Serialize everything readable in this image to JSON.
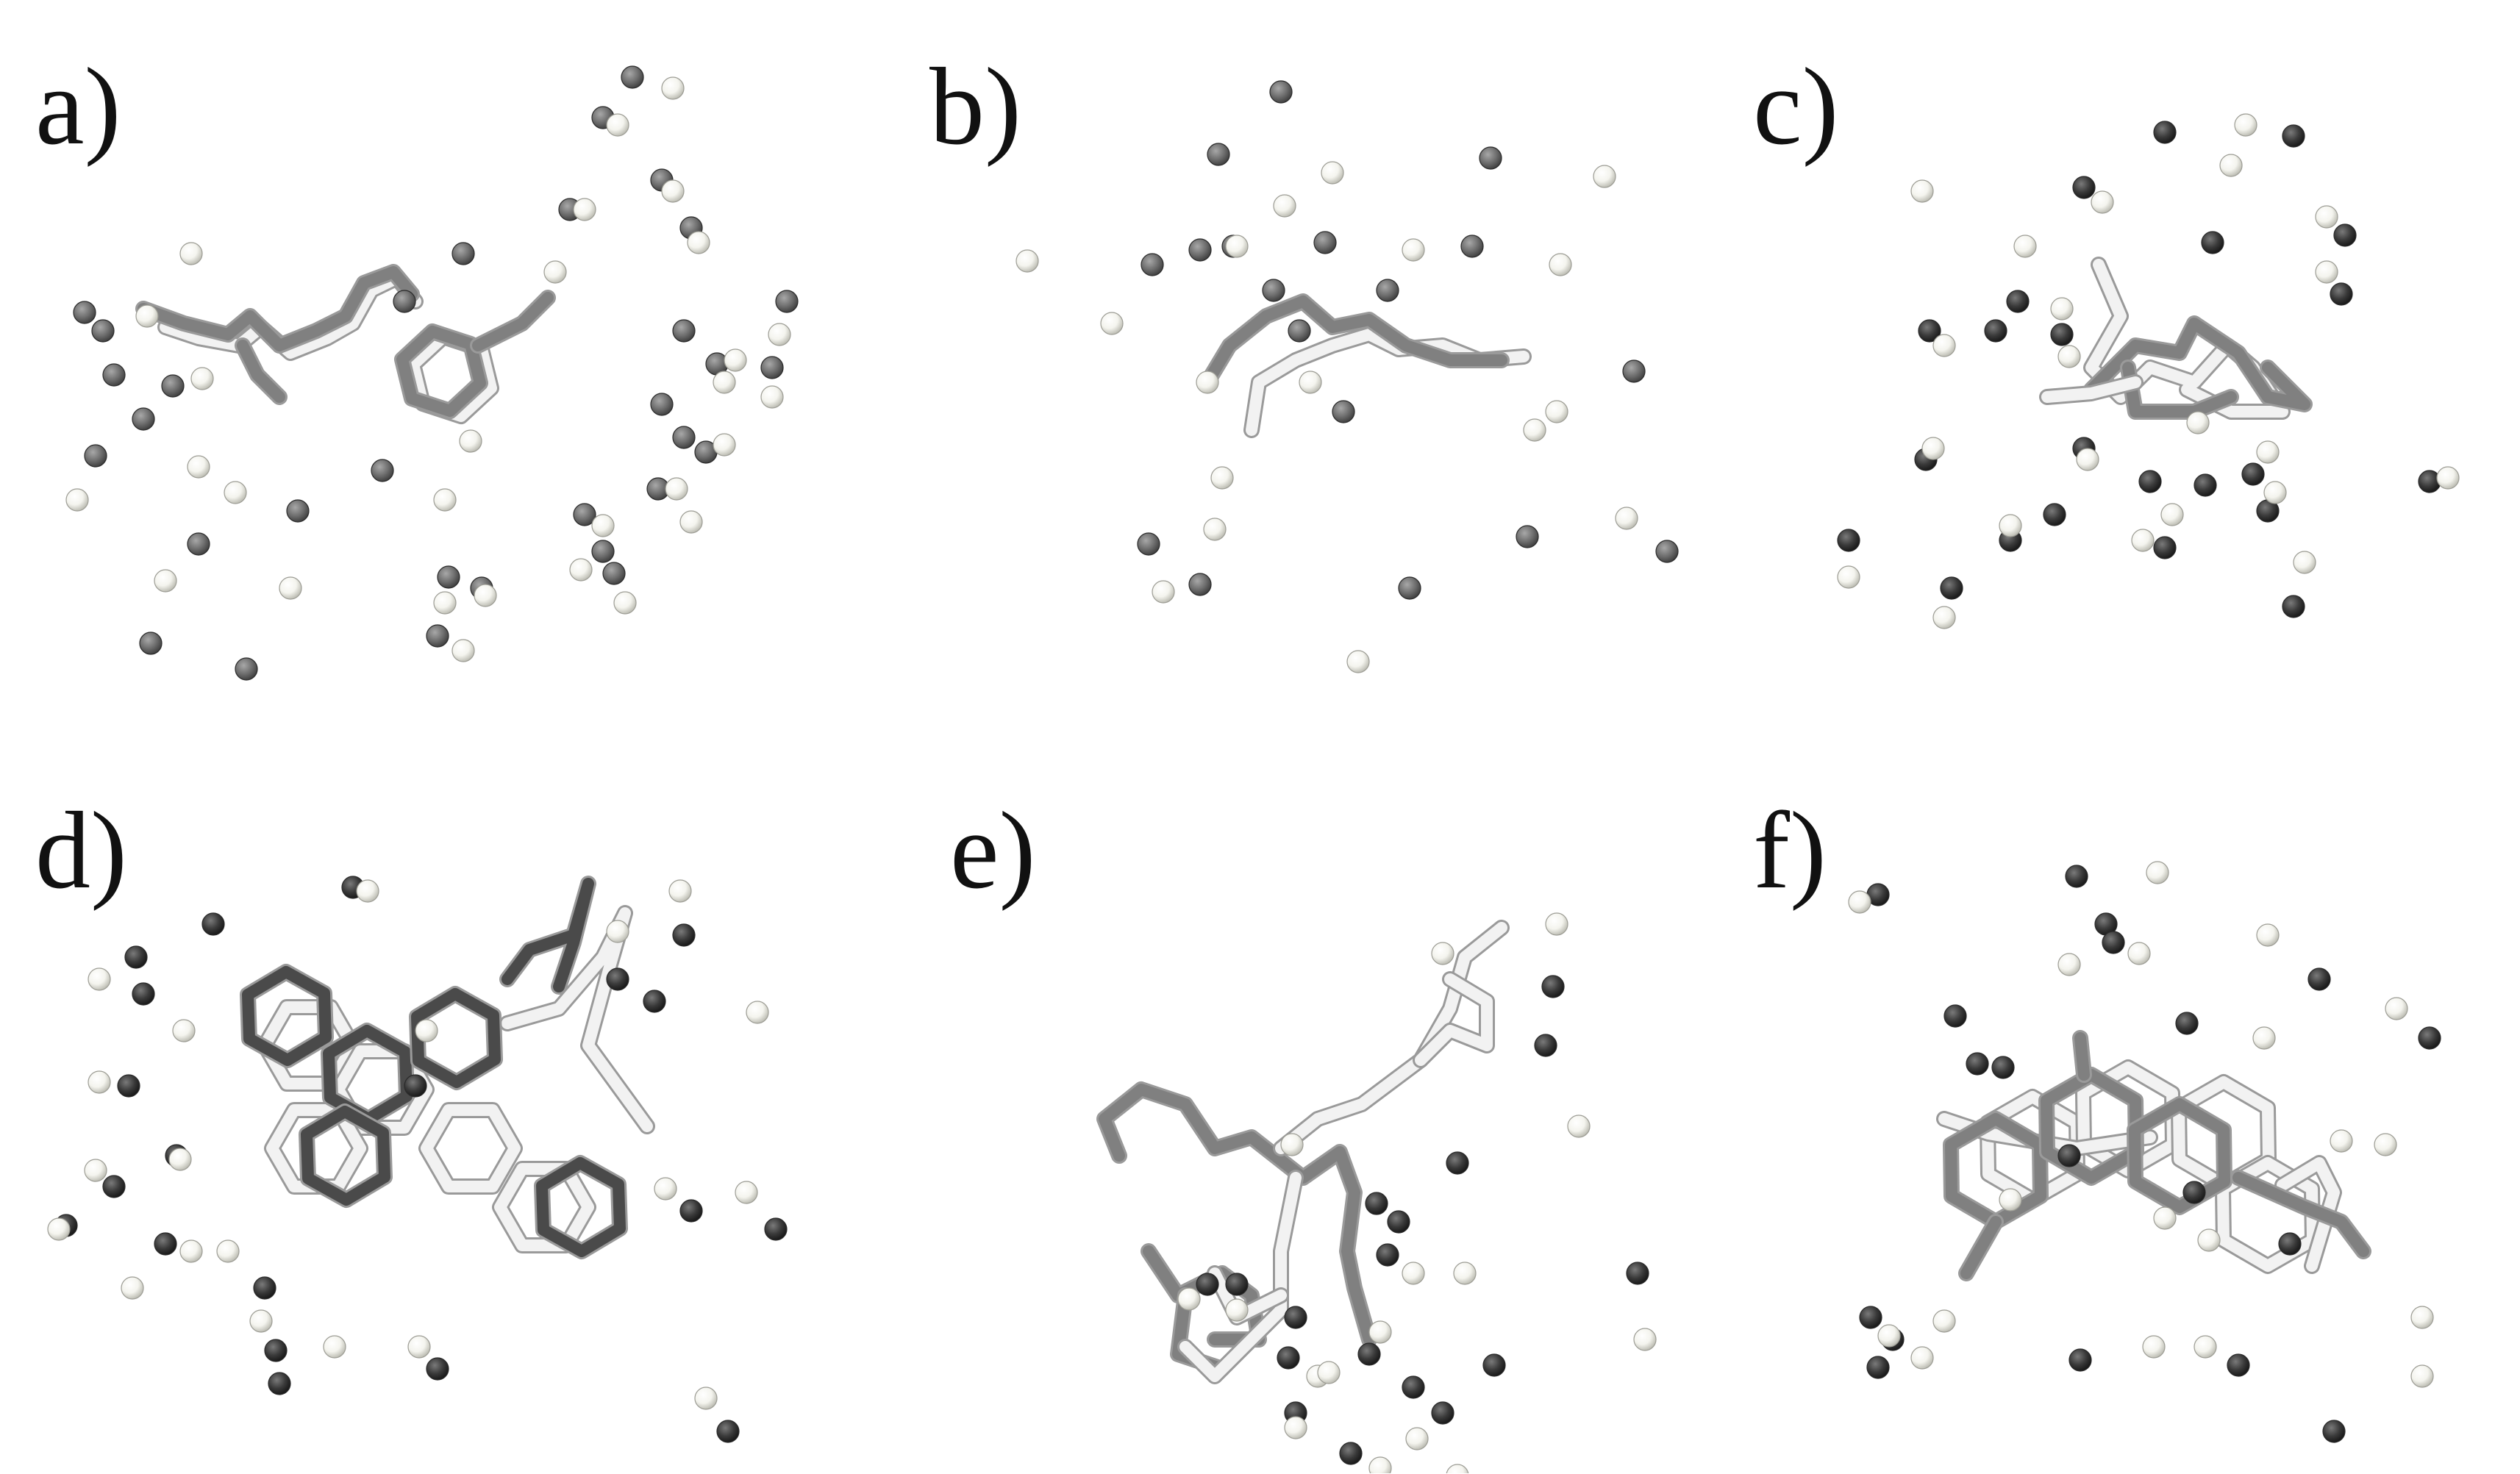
{
  "colors": {
    "background": "#ffffff",
    "sphere_light": "#f4f4ee",
    "sphere_mid": "#6f6f6f",
    "sphere_dark": "#3a3a3a",
    "stick_light": "#f2f2f2",
    "stick_mid": "#808080",
    "stick_dark": "#4a4a4a"
  },
  "panels": [
    {
      "label": "a)"
    },
    {
      "label": "b)"
    },
    {
      "label": "c)"
    },
    {
      "label": "d)"
    },
    {
      "label": "e)"
    },
    {
      "label": "f)"
    }
  ]
}
